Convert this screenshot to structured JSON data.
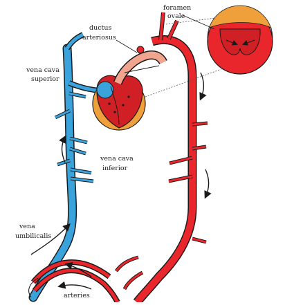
{
  "labels": {
    "foramen": "foramen",
    "ovale": "ovale",
    "ductus": "ductus",
    "arteriosus": "arteriosus",
    "vena_cava_superior_1": "vena cava",
    "vena_cava_superior_2": "superior",
    "vena_cava_inferior_1": "vena cava",
    "vena_cava_inferior_2": "inferior",
    "vena_umbilicalis_1": "vena",
    "vena_umbilicalis_2": "umbilicalis",
    "arteries": "arteries"
  },
  "colors": {
    "vein": "#3aa3dc",
    "artery": "#e8262b",
    "heart": "#d01f25",
    "fat": "#f0a03a",
    "pale_vessel": "#f2a58e",
    "outline": "#1a1a1a"
  }
}
